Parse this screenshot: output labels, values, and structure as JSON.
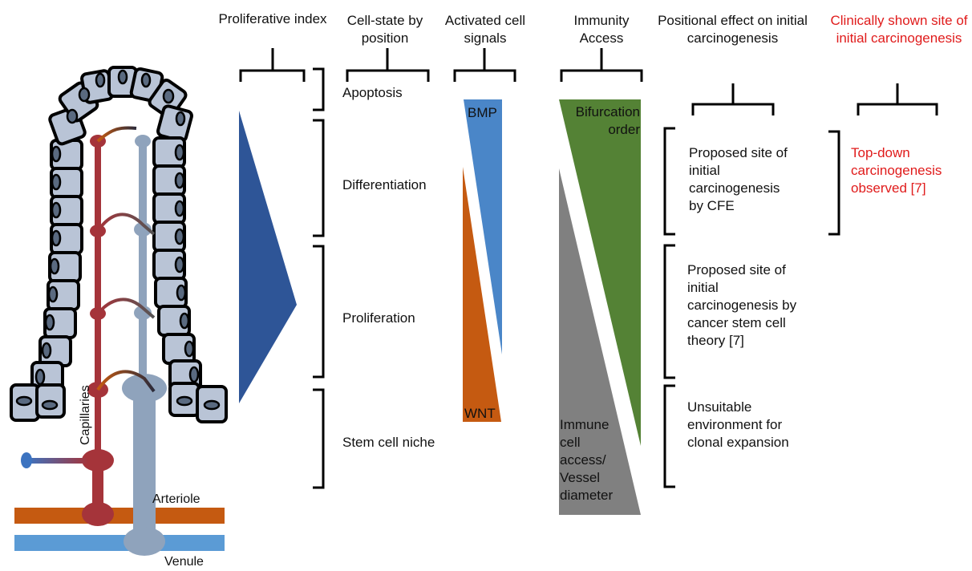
{
  "headers": {
    "proliferative_index": "Proliferative index",
    "cell_state": "Cell-state by position",
    "activated_signals": "Activated cell signals",
    "immunity_access": "Immunity Access",
    "positional_effect": "Positional effect on initial carcinogenesis",
    "clinical_site": "Clinically shown site of initial carcinogenesis"
  },
  "cell_states": {
    "apoptosis": "Apoptosis",
    "differentiation": "Differentiation",
    "proliferation": "Proliferation",
    "stem_cell_niche": "Stem cell niche"
  },
  "signals": {
    "bmp": "BMP",
    "wnt": "WNT"
  },
  "immunity": {
    "bifurcation": "Bifurcation order",
    "immune_access": "Immune cell access/ Vessel diameter"
  },
  "positional_effects": {
    "cfe": "Proposed site of initial carcinogenesis by CFE",
    "stem_cell_theory": "Proposed site of initial carcinogenesis by cancer stem cell theory [7]",
    "unsuitable": "Unsuitable environment for clonal expansion"
  },
  "clinical": {
    "top_down": "Top-down carcinogenesis observed [7]"
  },
  "vessels": {
    "capillaries": "Capillaries",
    "arteriole": "Arteriole",
    "venule": "Venule"
  },
  "colors": {
    "crypt_cell": "#b9c4d6",
    "artery": "#a5343a",
    "vein": "#8fa3bc",
    "arteriole_bar": "#c55a11",
    "venule_bar": "#5b9bd5",
    "prolif_triangle": "#2e5597",
    "bmp": "#4a86c8",
    "wnt": "#c55a11",
    "bifurcation": "#548235",
    "immune": "#808080",
    "clinical_text": "#e01b1b"
  }
}
